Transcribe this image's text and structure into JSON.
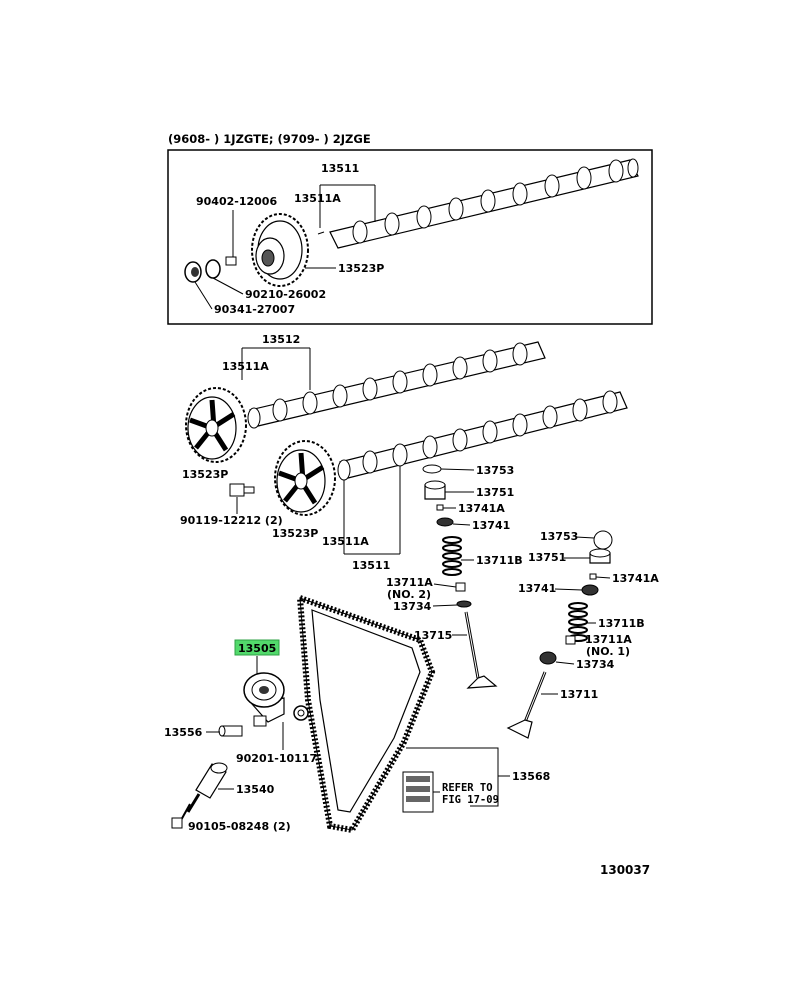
{
  "header": {
    "applicability": "(9608-      ) 1JZGTE; (9709-      ) 2JZGE"
  },
  "highlight_color": "#52d96b",
  "labels": {
    "p13511_top": "13511",
    "p13511a_top": "13511A",
    "p90402": "90402-12006",
    "p13523p_top": "13523P",
    "p90210": "90210-26002",
    "p90341": "90341-27007",
    "p13512": "13512",
    "p13511a_mid": "13511A",
    "p13523p_left": "13523P",
    "p90119": "90119-12212 (2)",
    "p13523p_mid": "13523P",
    "p13511a_low": "13511A",
    "p13511_low": "13511",
    "p13753_a": "13753",
    "p13751_a": "13751",
    "p13741a_a": "13741A",
    "p13741_a": "13741",
    "p13711b_a": "13711B",
    "p13711a_a": "13711A",
    "p13711a_a_note": "(NO. 2)",
    "p13734_a": "13734",
    "p13715": "13715",
    "p13753_b": "13753",
    "p13751_b": "13751",
    "p13741a_b": "13741A",
    "p13741_b": "13741",
    "p13711b_b": "13711B",
    "p13711a_b": "13711A",
    "p13711a_b_note": "(NO. 1)",
    "p13734_b": "13734",
    "p13711": "13711",
    "p13505": "13505",
    "p13556": "13556",
    "p90201": "90201-10117",
    "p13540": "13540",
    "p90105": "90105-08248 (2)",
    "p13568": "13568",
    "refer_line1": "REFER TO",
    "refer_line2": "FIG 17-09"
  },
  "diagram_code": "130037"
}
